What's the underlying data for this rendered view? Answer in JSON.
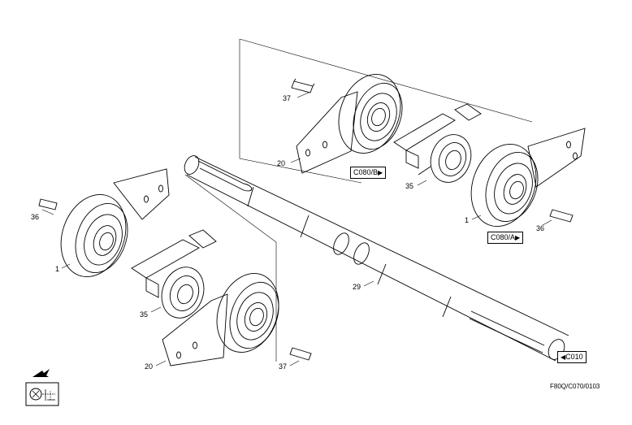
{
  "callouts": {
    "c37_top": "37",
    "c20_top": "20",
    "c35_top": "35",
    "c1_right": "1",
    "c36_right": "36",
    "c36_left": "36",
    "c1_left": "1",
    "c35_bottom": "35",
    "c20_bottom": "20",
    "c37_bottom": "37",
    "c29": "29"
  },
  "references": {
    "c080b": {
      "label": "C080/B",
      "arrow": "▶"
    },
    "c080a": {
      "label": "C080/A",
      "arrow": "▶"
    },
    "c010": {
      "label": "C010",
      "arrow": "◀"
    }
  },
  "drawing_code": "F80Q/C070/0103",
  "icons": [
    "exploded-view-arrow-icon",
    "machine-legend-icon"
  ],
  "colors": {
    "line": "#000000",
    "background": "#ffffff"
  }
}
